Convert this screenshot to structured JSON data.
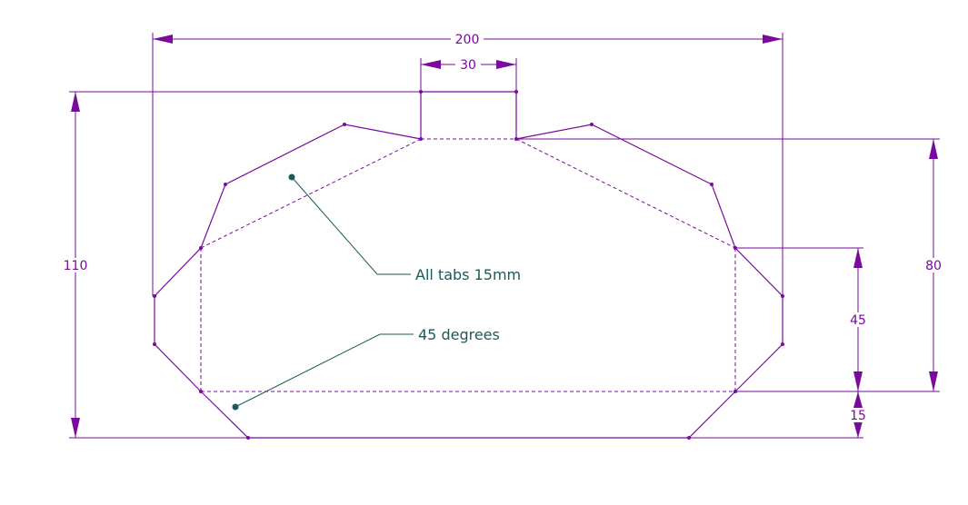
{
  "dimensions": {
    "overall_width": "200",
    "tab_width": "30",
    "overall_height": "110",
    "side_height_80": "80",
    "side_height_45": "45",
    "base_offset": "15"
  },
  "notes": {
    "tabs": "All tabs 15mm",
    "angle": "45 degrees"
  },
  "colors": {
    "outline": "#7a0a9e",
    "note": "#1a5a5a"
  }
}
